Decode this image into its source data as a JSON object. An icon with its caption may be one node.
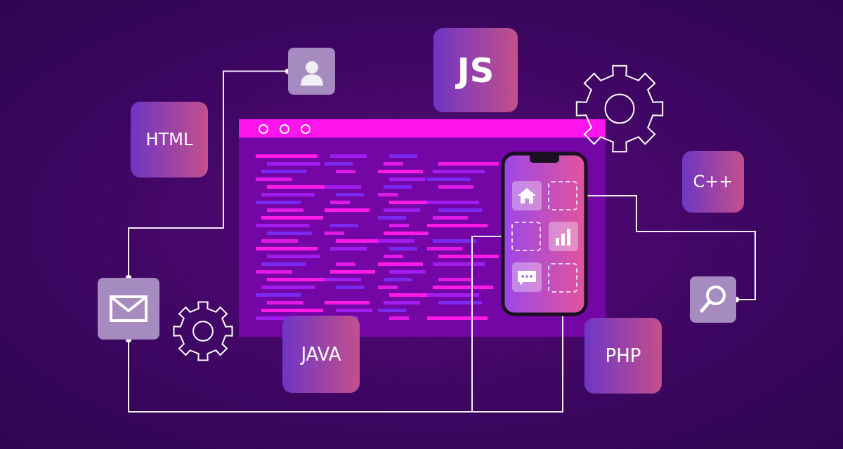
{
  "diagram": {
    "nodes": [
      {
        "text": [],
        "shape": "picture"
      },
      {
        "text": [
          "JS"
        ]
      },
      {
        "text": [
          "HTML"
        ]
      },
      {
        "text": [
          "C++"
        ]
      },
      {
        "text": [],
        "shape": "box"
      },
      {
        "text": [],
        "shape": "box"
      },
      {
        "text": [],
        "shape": "box"
      },
      {
        "text": [],
        "shape": "picture"
      },
      {
        "text": [],
        "shape": "picture"
      },
      {
        "text": [
          "JAVA"
        ]
      },
      {
        "text": [
          "PHP"
        ]
      }
    ],
    "edges": [
      {
        "from": 0,
        "to": 7,
        "arrow": "other"
      },
      {
        "from": 4,
        "to": 8,
        "arrow": "other"
      },
      {
        "from": 7,
        "to": 6,
        "arrow": "other"
      },
      {
        "from": 7,
        "to": 5,
        "arrow": "other"
      }
    ]
  }
}
